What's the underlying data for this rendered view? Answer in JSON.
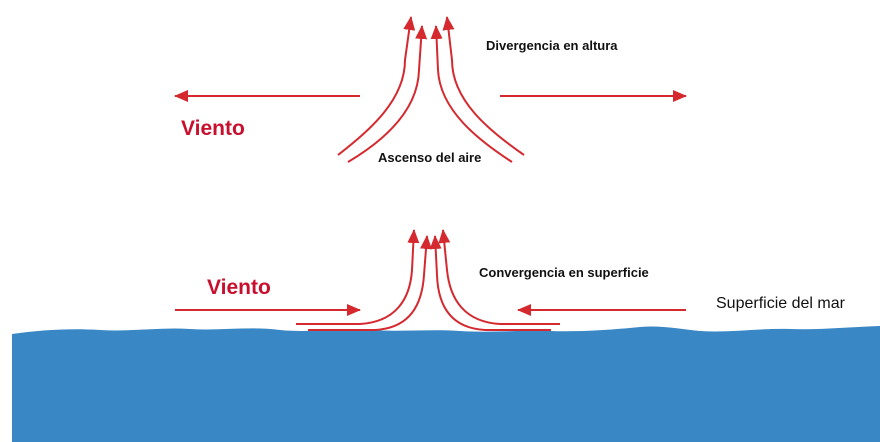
{
  "labels": {
    "divergence": "Divergencia en altura",
    "ascent": "Ascenso del aire",
    "wind_top": "Viento",
    "wind_bottom": "Viento",
    "convergence": "Convergencia en superficie",
    "sea_surface": "Superficie del mar"
  },
  "colors": {
    "arrow": "#d42a2f",
    "wind_text": "#c8102e",
    "sea": "#3a87c5",
    "background": "#ffffff"
  }
}
